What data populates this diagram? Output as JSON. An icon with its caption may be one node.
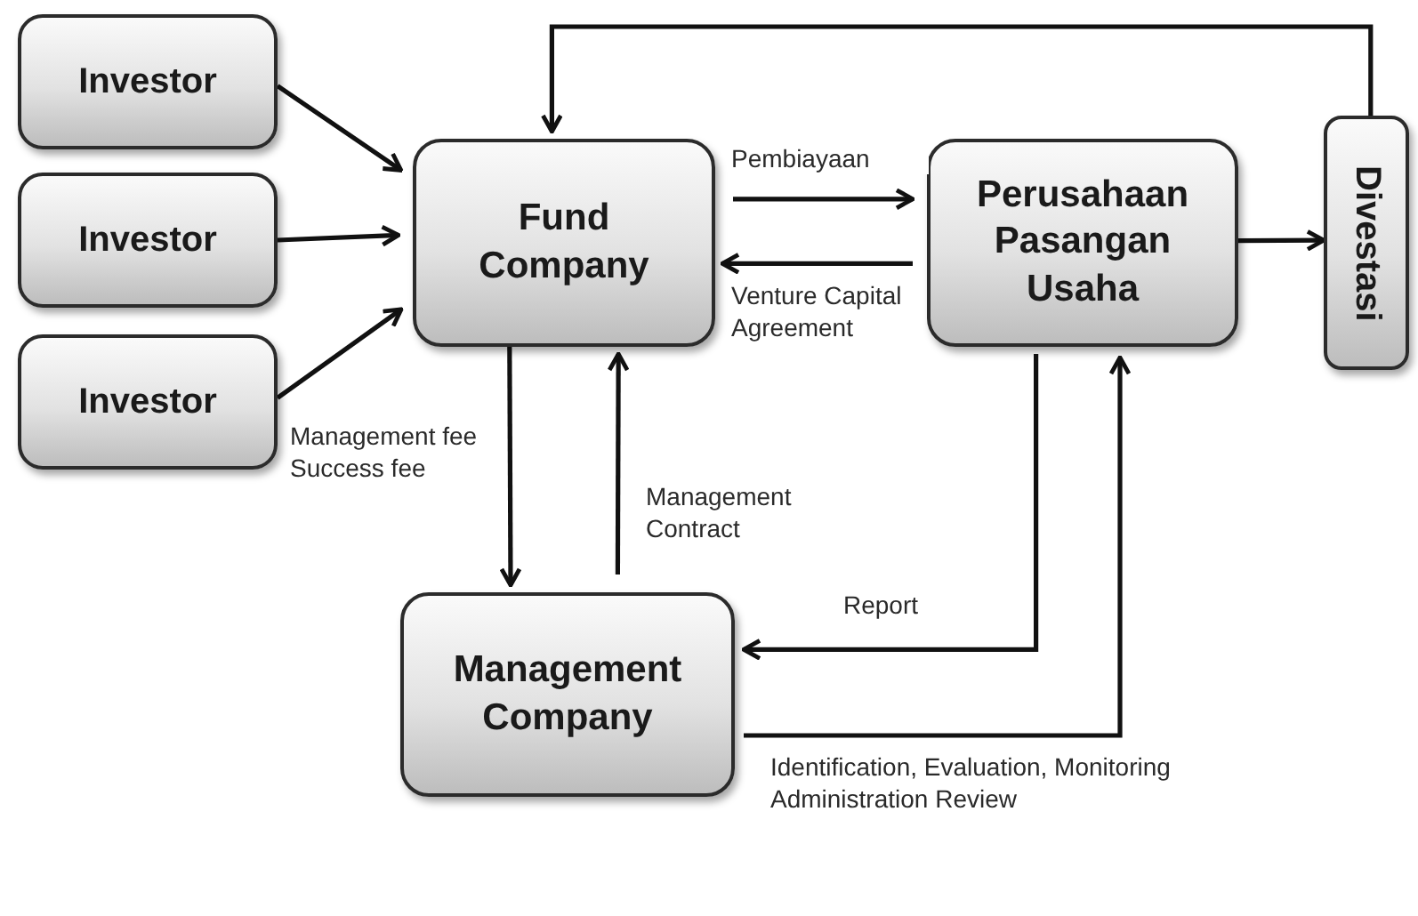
{
  "diagram": {
    "nodes": [
      {
        "text": [
          "Investor"
        ]
      },
      {
        "text": [
          "Investor"
        ]
      },
      {
        "text": [
          "Investor"
        ]
      },
      {
        "text": [
          "Fund Company"
        ]
      },
      {
        "text": [
          "Perusahaan Pasangan Usaha"
        ]
      },
      {
        "text": [
          "Divestasi"
        ]
      },
      {
        "text": [
          "Management Company"
        ]
      }
    ],
    "edges": [
      {
        "from": 0,
        "to": 3,
        "arrow": "to"
      },
      {
        "from": 1,
        "to": 3,
        "arrow": "to"
      },
      {
        "from": 2,
        "to": 3,
        "arrow": "to"
      },
      {
        "from": 3,
        "to": 4,
        "arrow": "to",
        "label": "Pembiayaan"
      },
      {
        "from": 4,
        "to": 3,
        "arrow": "to",
        "label": "Venture Capital Agreement"
      },
      {
        "from": 4,
        "to": 5,
        "arrow": "to"
      },
      {
        "from": 5,
        "to": 3,
        "arrow": "to"
      },
      {
        "from": 3,
        "to": 6,
        "arrow": "to",
        "label": "Management fee Success fee"
      },
      {
        "from": 6,
        "to": 3,
        "arrow": "to",
        "label": "Management Contract"
      },
      {
        "from": 4,
        "to": 6,
        "arrow": "to",
        "label": "Report"
      },
      {
        "from": 6,
        "to": 4,
        "arrow": "to",
        "label": "Identification, Evaluation, Monitoring Administration Review"
      }
    ]
  }
}
